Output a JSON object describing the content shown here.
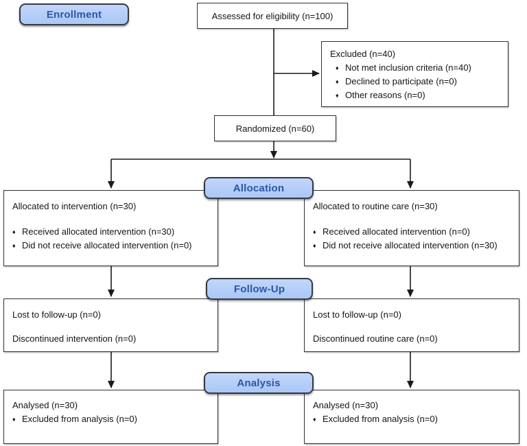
{
  "diagram": {
    "bullet_glyph": "♦",
    "stages": {
      "enrollment": "Enrollment",
      "allocation": "Allocation",
      "followup": "Follow-Up",
      "analysis": "Analysis"
    },
    "boxes": {
      "assessed": {
        "text": "Assessed for eligibility (n=100)"
      },
      "excluded": {
        "title": "Excluded (n=40)",
        "bullets": [
          "Not met inclusion criteria (n=40)",
          "Declined to participate (n=0)",
          "Other reasons (n=0)"
        ]
      },
      "randomized": {
        "text": "Randomized (n=60)"
      },
      "allocation_left": {
        "title": "Allocated to intervention (n=30)",
        "bullets": [
          "Received allocated intervention (n=30)",
          "Did not receive allocated intervention (n=0)"
        ]
      },
      "allocation_right": {
        "title": "Allocated to routine care (n=30)",
        "bullets": [
          "Received allocated intervention (n=0)",
          "Did not receive allocated intervention (n=30)"
        ]
      },
      "followup_left": {
        "lines": [
          "Lost to follow-up (n=0)",
          "Discontinued intervention (n=0)"
        ]
      },
      "followup_right": {
        "lines": [
          "Lost to follow-up (n=0)",
          "Discontinued routine care (n=0)"
        ]
      },
      "analysis_left": {
        "title": "Analysed (n=30)",
        "bullets": [
          "Excluded from analysis (n=0)"
        ]
      },
      "analysis_right": {
        "title": "Analysed (n=30)",
        "bullets": [
          "Excluded from analysis (n=0)"
        ]
      }
    },
    "colors": {
      "badge_fill": "#aac7f6",
      "badge_border": "#333a45",
      "badge_text": "#2b55a8",
      "box_border": "#2f2f2f",
      "line": "#1a1a1a"
    }
  }
}
